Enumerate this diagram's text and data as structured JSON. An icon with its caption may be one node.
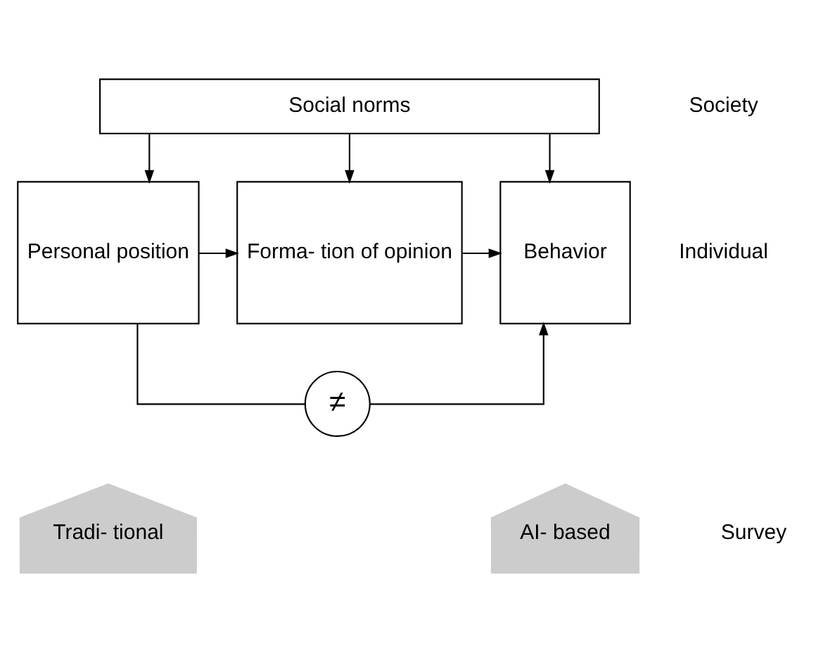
{
  "diagram": {
    "nodes": [
      {
        "text": [
          "Social norms"
        ]
      },
      {
        "text": [
          "Personal position"
        ]
      },
      {
        "text": [
          "Forma- tion of opinion"
        ]
      },
      {
        "text": [
          "Behavior"
        ]
      },
      {
        "text": [
          "≠"
        ]
      },
      {
        "text": [
          "Tradi- tional"
        ]
      },
      {
        "text": [
          "AI- based"
        ]
      }
    ],
    "edges": [
      {
        "from": 0,
        "to": 1,
        "arrow": "to"
      },
      {
        "from": 0,
        "to": 2,
        "arrow": "to"
      },
      {
        "from": 0,
        "to": 3,
        "arrow": "to"
      },
      {
        "from": 1,
        "to": 2,
        "arrow": "to"
      },
      {
        "from": 2,
        "to": 3,
        "arrow": "to"
      },
      {
        "from": 1,
        "to": 4,
        "arrow": "none"
      },
      {
        "from": 4,
        "to": 3,
        "arrow": "to"
      }
    ],
    "labels": [
      "Society",
      "Individual",
      "Survey"
    ]
  }
}
